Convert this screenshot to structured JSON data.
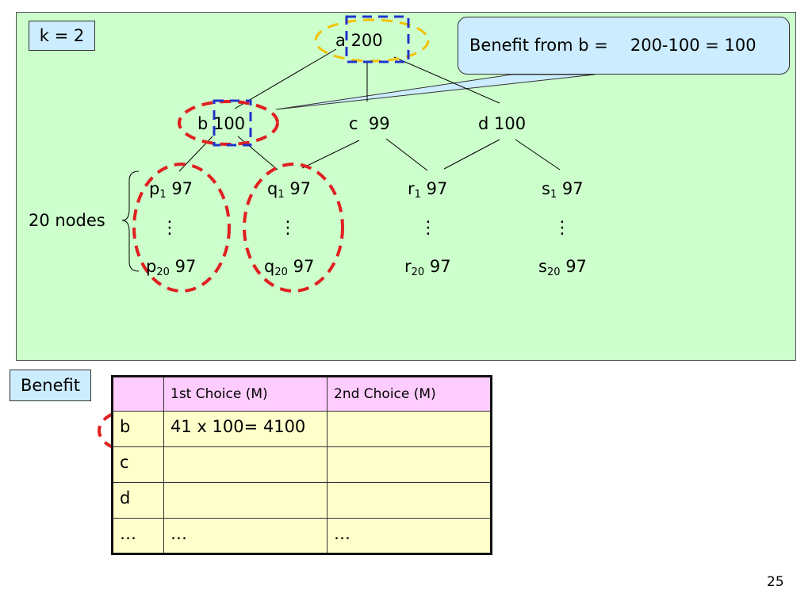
{
  "k_label": "k = 2",
  "callout": {
    "text": "Benefit from b =",
    "expr": "200-100",
    "eq": "= 100"
  },
  "tree": {
    "a": {
      "name": "a",
      "value": "200"
    },
    "b": {
      "name": "b",
      "value": "100"
    },
    "c": {
      "name": "c",
      "value": "99"
    },
    "d": {
      "name": "d",
      "value": "100"
    },
    "leaves": [
      {
        "base": "p",
        "sub1": "1",
        "subn": "20",
        "value": "97"
      },
      {
        "base": "q",
        "sub1": "1",
        "subn": "20",
        "value": "97"
      },
      {
        "base": "r",
        "sub1": "1",
        "subn": "20",
        "value": "97"
      },
      {
        "base": "s",
        "sub1": "1",
        "subn": "20",
        "value": "97"
      }
    ],
    "vdots": "⋮",
    "group_label": "20 nodes"
  },
  "benefit_label": "Benefit",
  "table": {
    "headers": [
      "",
      "1st Choice (M)",
      "2nd Choice (M)"
    ],
    "rows": [
      [
        "b",
        "41 x 100= 4100",
        ""
      ],
      [
        "c",
        "",
        ""
      ],
      [
        "d",
        "",
        ""
      ],
      [
        "…",
        "…",
        "…"
      ]
    ]
  },
  "colors": {
    "panel": "#ccffcc",
    "callout": "#ccecff",
    "header": "#ffccff",
    "cell": "#ffffcc",
    "red_marker": "#e02020",
    "blue_marker": "#2233cc",
    "yellow_marker": "#f2c200"
  },
  "page_number": "25"
}
